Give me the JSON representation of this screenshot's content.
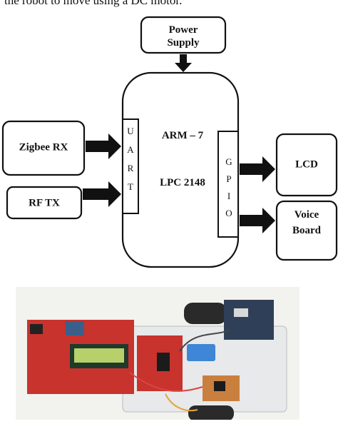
{
  "caption_fragment": "the robot to move using a DC motor.",
  "blocks": {
    "power_supply": [
      "Power",
      "Supply"
    ],
    "controller": [
      "ARM – 7",
      "LPC 2148"
    ],
    "uart": [
      "U",
      "A",
      "R",
      "T"
    ],
    "gpio": [
      "G",
      "P",
      "I",
      "O"
    ],
    "zigbee_rx": "Zigbee RX",
    "rf_tx": "RF TX",
    "lcd": "LCD",
    "voice_board": [
      "Voice",
      "Board"
    ]
  },
  "colors": {
    "arrow": "#111111",
    "stroke": "#111111",
    "photo_background": "#f4f4f2",
    "pcb_red": "#c8332e",
    "lcd_green": "#b8d06a"
  }
}
